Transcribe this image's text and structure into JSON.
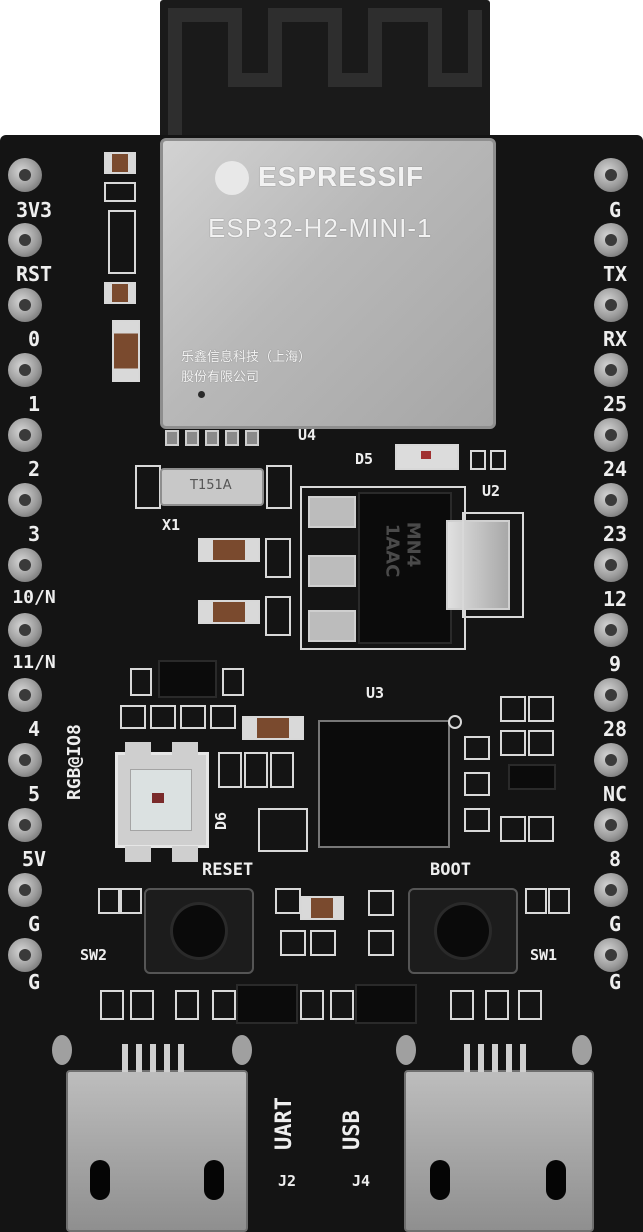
{
  "module": {
    "brand": "ESPRESSIF",
    "model": "ESP32-H2-MINI-1",
    "chinese_line1": "乐鑫信息科技（上海）",
    "chinese_line2": "股份有限公司"
  },
  "crystal_marking": "T151A",
  "regulator_marking_line1": "MN4",
  "regulator_marking_line2": "1AAC",
  "refdes": {
    "u4": "U4",
    "d5": "D5",
    "u2": "U2",
    "x1": "X1",
    "u3": "U3",
    "d6": "D6",
    "sw2": "SW2",
    "sw1": "SW1",
    "j2": "J2",
    "j4": "J4"
  },
  "silkscreen": {
    "rgb": "RGB@IO8",
    "reset": "RESET",
    "boot": "BOOT",
    "uart": "UART",
    "usb": "USB"
  },
  "left_header_labels": [
    "3V3",
    "RST",
    "0",
    "1",
    "2",
    "3",
    "10/N",
    "11/N",
    "4",
    "5",
    "5V",
    "G",
    "G"
  ],
  "right_header_labels": [
    "G",
    "TX",
    "RX",
    "25",
    "24",
    "23",
    "12",
    "9",
    "28",
    "NC",
    "8",
    "G",
    "G"
  ],
  "colors": {
    "pcb": "#141414",
    "shield": "#bdbdbd",
    "silkscreen": "#eeeeee",
    "copper_pin": "#a8a8a8"
  }
}
